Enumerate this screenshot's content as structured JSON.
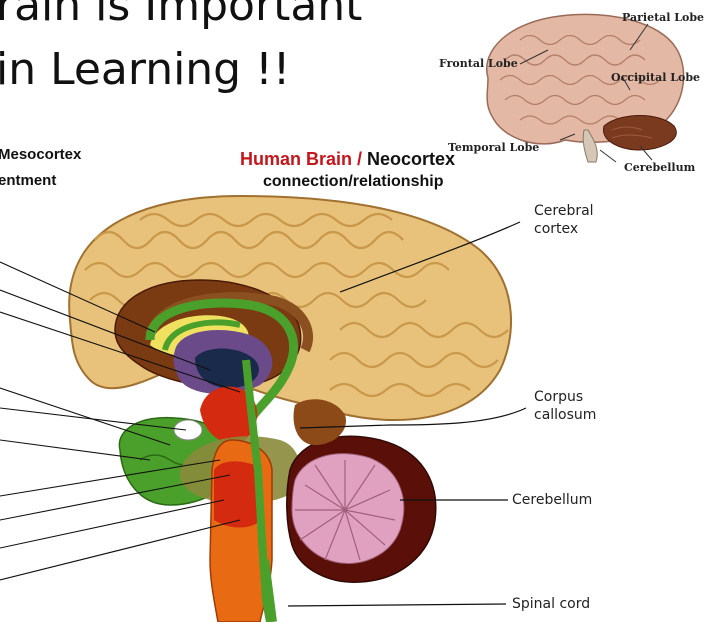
{
  "title": {
    "line1": "rain is Important",
    "line2": "in Learning !!"
  },
  "labels": {
    "mesocortex": "Mesocortex",
    "mesocortex_sub": "entment",
    "neocortex_prefix": "Human Brain / ",
    "neocortex_word": "Neocortex",
    "neocortex_sub": "connection/relationship"
  },
  "small_brain": {
    "parietal": "Parietal Lobe",
    "frontal": "Frontal Lobe",
    "occipital": "Occipital Lobe",
    "temporal": "Temporal Lobe",
    "cerebellum": "Cerebellum"
  },
  "main_brain": {
    "cerebral_cortex_1": "Cerebral",
    "cerebral_cortex_2": "cortex",
    "corpus_callosum_1": "Corpus",
    "corpus_callosum_2": "callosum",
    "cerebellum": "Cerebellum",
    "spinal_cord": "Spinal cord"
  },
  "colors": {
    "cortex": "#e8c27a",
    "cortex_fold": "#c9984a",
    "brown_inner": "#7a3a12",
    "green": "#4aa02a",
    "purple": "#6b4a8a",
    "red": "#d42a10",
    "orange": "#e86a12",
    "pink": "#e0a0c0",
    "dark_red": "#5a1008",
    "neocortex_red": "#c4161c"
  }
}
